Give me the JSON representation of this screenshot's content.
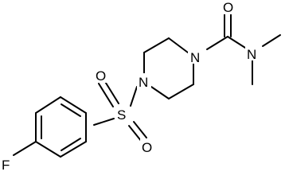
{
  "molecule": {
    "atoms": {
      "oxygen_carbonyl": "O",
      "nitrogen_amide": "N",
      "nitrogen_piperazine_top": "N",
      "nitrogen_piperazine_bottom": "N",
      "sulfur": "S",
      "oxygen_sulfonyl_top": "O",
      "oxygen_sulfonyl_bottom": "O",
      "fluorine": "F"
    }
  }
}
